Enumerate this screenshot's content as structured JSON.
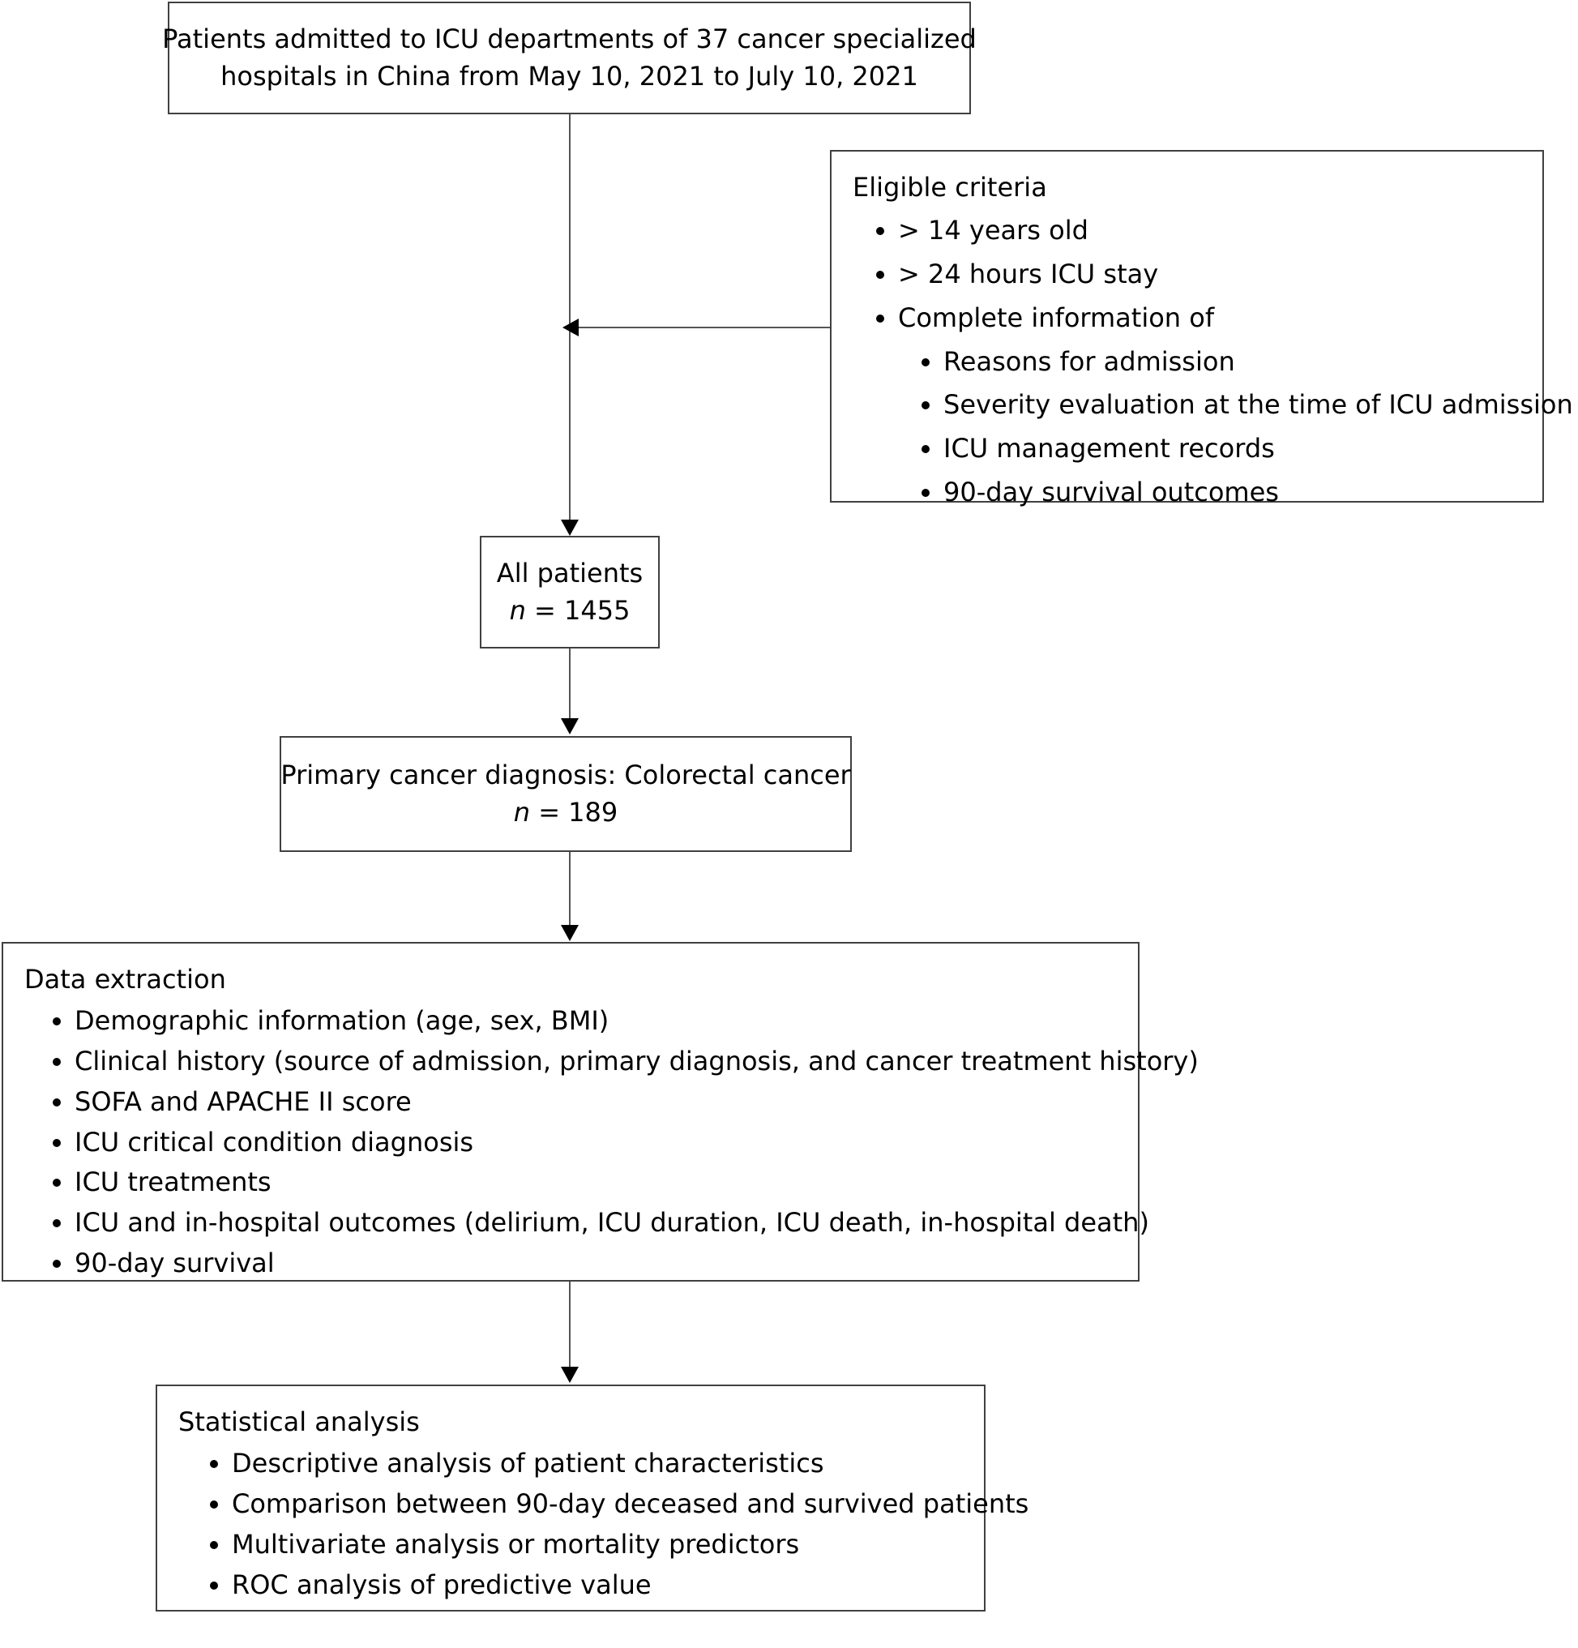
{
  "diagram": {
    "type": "flowchart",
    "title": "Patient selection and study workflow flowchart",
    "boxes": {
      "source_population": {
        "line1": "Patients admitted to ICU departments of 37 cancer specialized",
        "line2": "hospitals in China from May 10, 2021 to July 10, 2021"
      },
      "eligible_criteria": {
        "heading": "Eligible criteria",
        "items": [
          "> 14 years old",
          "> 24 hours ICU stay",
          "Complete information of"
        ],
        "subitems": [
          "Reasons for admission",
          "Severity evaluation at the time of ICU admission",
          "ICU management records",
          "90-day survival outcomes"
        ]
      },
      "all_patients": {
        "label": "All patients",
        "n_symbol": "n",
        "n_equals": " = ",
        "n_value": "1455"
      },
      "primary_diagnosis": {
        "label": "Primary cancer diagnosis: Colorectal cancer",
        "n_symbol": "n",
        "n_equals": " = ",
        "n_value": "189"
      },
      "data_extraction": {
        "heading": "Data extraction",
        "items": [
          "Demographic information (age, sex, BMI)",
          "Clinical history (source of admission, primary diagnosis, and cancer treatment history)",
          "SOFA and APACHE II score",
          "ICU critical condition diagnosis",
          "ICU treatments",
          "ICU and in-hospital outcomes (delirium, ICU duration, ICU death, in-hospital death)",
          "90-day survival"
        ]
      },
      "statistical_analysis": {
        "heading": "Statistical analysis",
        "items": [
          "Descriptive analysis of patient characteristics",
          "Comparison between 90-day deceased and survived patients",
          "Multivariate analysis or mortality predictors",
          "ROC analysis of predictive value"
        ]
      }
    },
    "colors": {
      "box_border": "#404040",
      "connector": "#555555",
      "arrowhead": "#000000",
      "text": "#000000",
      "background": "#ffffff"
    }
  }
}
